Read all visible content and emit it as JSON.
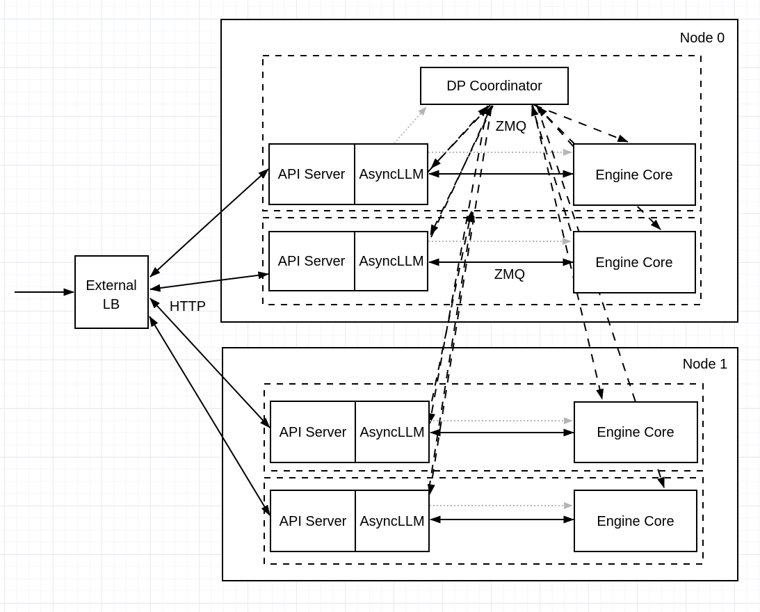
{
  "diagram": {
    "external_lb": {
      "line1": "External",
      "line2": "LB"
    },
    "dp_coordinator": "DP Coordinator",
    "labels": {
      "http": "HTTP",
      "zmq_coordinator": "ZMQ",
      "zmq_row": "ZMQ"
    },
    "nodes": [
      {
        "label": "Node 0",
        "ranks": [
          {
            "api_server": "API Server",
            "asyncllm": "AsyncLLM",
            "engine_core": "Engine Core"
          },
          {
            "api_server": "API Server",
            "asyncllm": "AsyncLLM",
            "engine_core": "Engine Core"
          }
        ]
      },
      {
        "label": "Node 1",
        "ranks": [
          {
            "api_server": "API Server",
            "asyncllm": "AsyncLLM",
            "engine_core": "Engine Core"
          },
          {
            "api_server": "API Server",
            "asyncllm": "AsyncLLM",
            "engine_core": "Engine Core"
          }
        ]
      }
    ],
    "colors": {
      "stroke": "#000000",
      "dotted_gray": "#b5b5b5",
      "background": "#ffffff"
    }
  }
}
